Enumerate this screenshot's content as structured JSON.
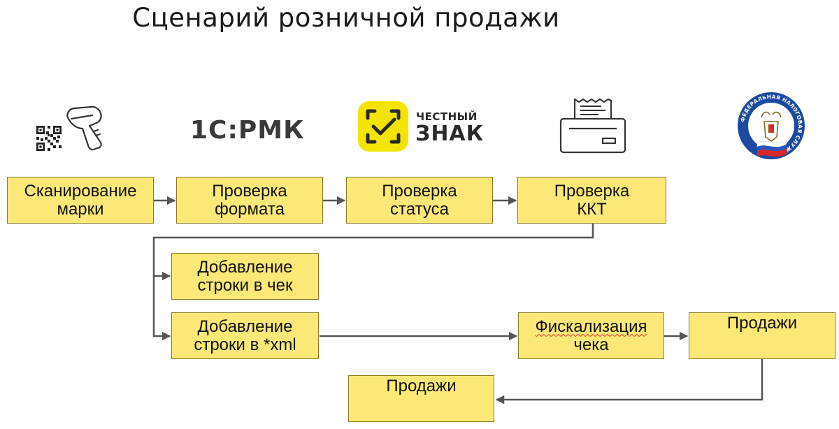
{
  "title": "Сценарий розничной продажи",
  "logos": {
    "rmk": "1С:РМК",
    "znak_top": "ЧЕСТНЫЙ",
    "znak_bottom": "ЗНАК",
    "fns_ring_text": "ФЕДЕРАЛЬНАЯ НАЛОГОВАЯ СЛУЖБА"
  },
  "icons": {
    "scanner": "barcode-scanner-icon",
    "qr": "qr-code-icon",
    "printer": "receipt-printer-icon",
    "fns": "fns-emblem-icon"
  },
  "colors": {
    "box_fill": "#fbe877",
    "box_border": "#8c7a2a",
    "connector": "#555555",
    "znak_logo": "#f4e500"
  },
  "boxes": {
    "scan": [
      "Сканирование",
      "марки"
    ],
    "format": [
      "Проверка",
      "формата"
    ],
    "status": [
      "Проверка",
      "статуса"
    ],
    "kkt": [
      "Проверка",
      "ККТ"
    ],
    "add_receipt": [
      "Добавление",
      "строки в чек"
    ],
    "add_xml": [
      "Добавление",
      "строки в *xml"
    ],
    "fiscal": [
      "Фискализация",
      "чека"
    ],
    "sales_right": [
      "Продажи"
    ],
    "sales_bottom": [
      "Продажи"
    ]
  }
}
